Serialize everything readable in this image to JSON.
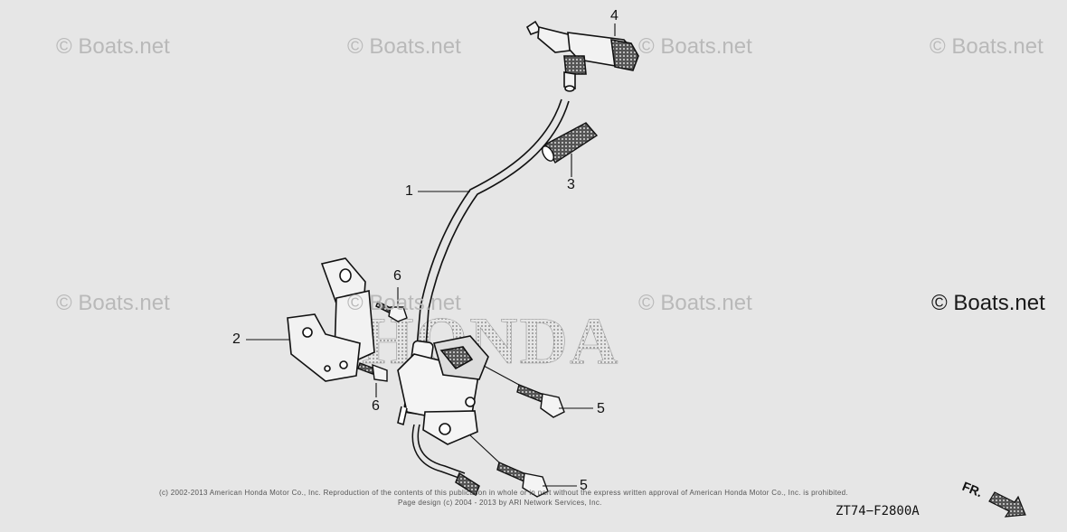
{
  "watermark": {
    "text": "© Boats.net",
    "strong_text": "© Boats.net"
  },
  "logo_text": "HONDA",
  "callouts": [
    {
      "id": "1",
      "text": "1"
    },
    {
      "id": "2",
      "text": "2"
    },
    {
      "id": "3",
      "text": "3"
    },
    {
      "id": "4",
      "text": "4"
    },
    {
      "id": "5a",
      "text": "5"
    },
    {
      "id": "5b",
      "text": "5"
    },
    {
      "id": "6a",
      "text": "6"
    },
    {
      "id": "6b",
      "text": "6"
    }
  ],
  "copyright": {
    "line1": "(c) 2002-2013 American Honda Motor Co., Inc. Reproduction of the contents of this publication in whole or in part without the express written approval of American Honda Motor Co., Inc. is prohibited.",
    "line2": "Page design (c) 2004 - 2013 by ARI Network Services, Inc."
  },
  "drawing_code": "ZT74−F2800A",
  "direction_label": "FR.",
  "colors": {
    "background": "#e6e6e6",
    "line": "#111111",
    "watermark": "#b9b9b9"
  }
}
